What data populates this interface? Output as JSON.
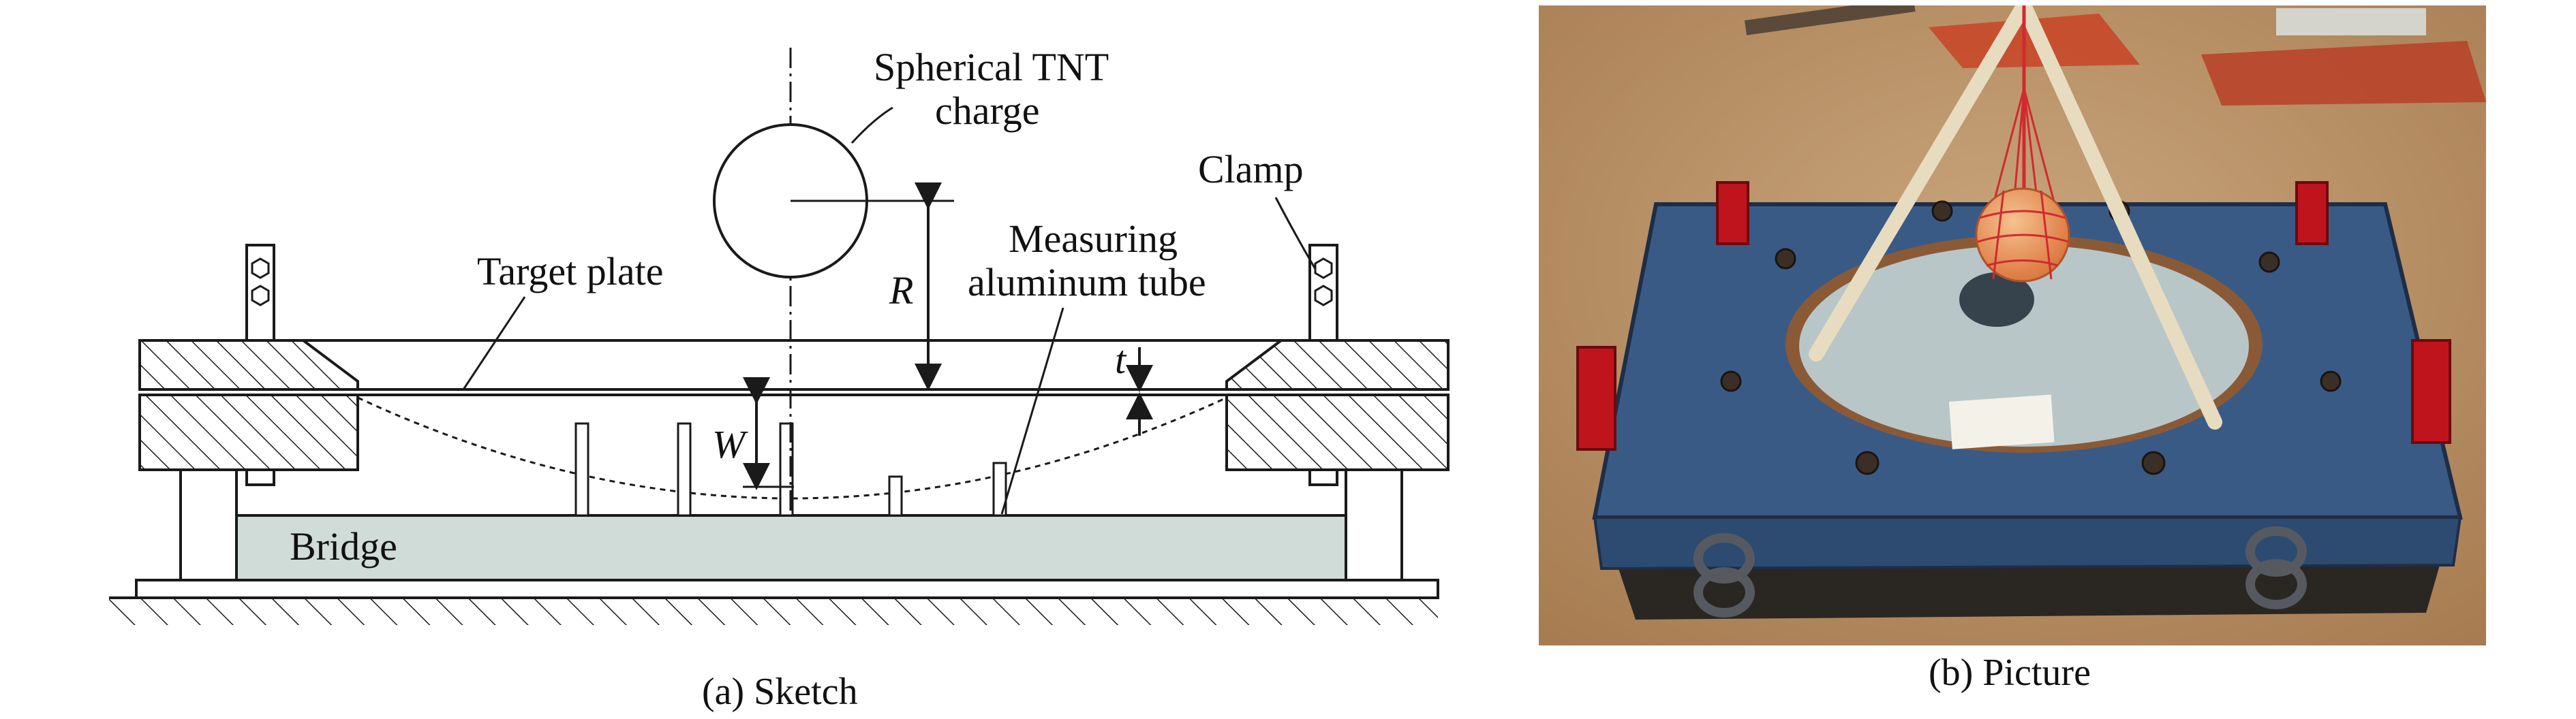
{
  "sketch": {
    "labels": {
      "charge_line1": "Spherical TNT",
      "charge_line2": "charge",
      "clamp": "Clamp",
      "target_plate": "Target plate",
      "tube_line1": "Measuring",
      "tube_line2": "aluminum tube",
      "bridge": "Bridge",
      "standoff_symbol": "R",
      "thickness_symbol": "t",
      "deflection_symbol": "W"
    },
    "caption": "(a) Sketch"
  },
  "picture": {
    "caption": "(b) Picture"
  },
  "colors": {
    "line": "#1a1a1a",
    "bridge_fill": "#cfdcd8",
    "plate_fill": "#b8c6c8",
    "frame_fill": "#3a5a86",
    "ground_fill": "#b98e62",
    "clamp_fill": "#c0141c",
    "charge_fill": "#e88c4a"
  }
}
